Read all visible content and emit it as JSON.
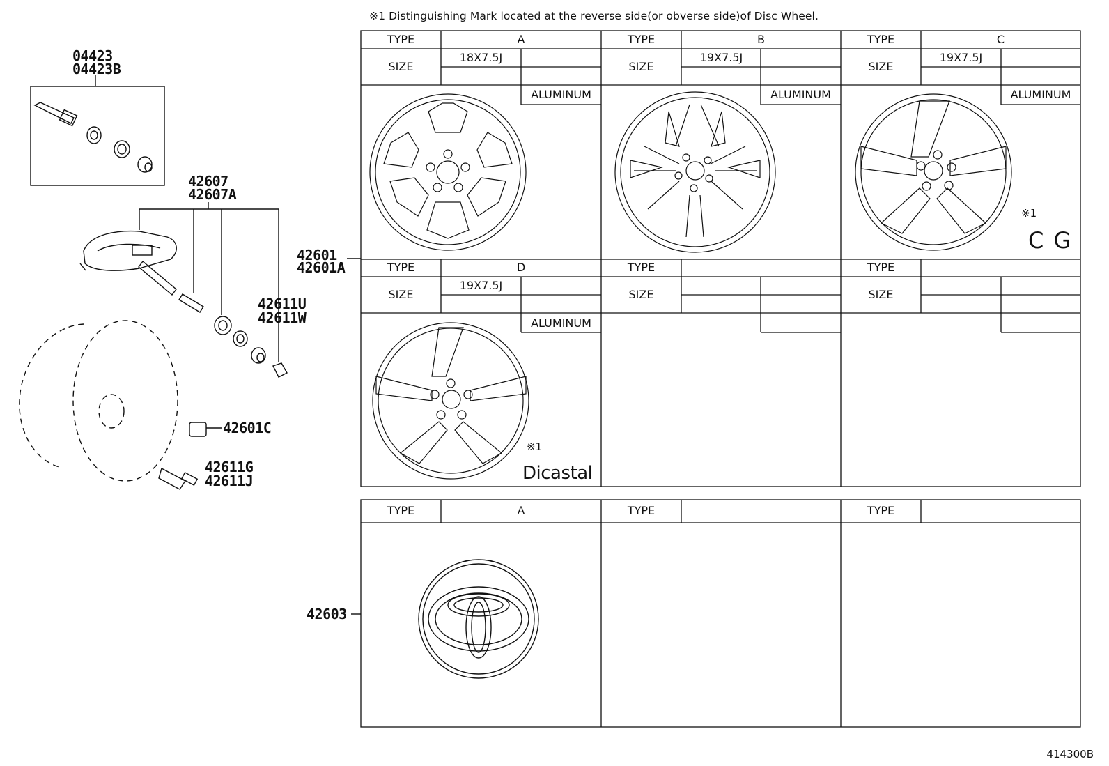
{
  "note": "※1 Distinguishing Mark located at the reverse side(or obverse side)of Disc Wheel.",
  "parts": {
    "p04423": "04423",
    "p04423b": "04423B",
    "p42607": "42607",
    "p42607a": "42607A",
    "p42611u": "42611U",
    "p42611w": "42611W",
    "p42601c": "42601C",
    "p42611g": "42611G",
    "p42611j": "42611J",
    "p42601": "42601",
    "p42601a": "42601A",
    "p42603": "42603"
  },
  "labels": {
    "type": "TYPE",
    "size": "SIZE",
    "aluminum": "ALUMINUM"
  },
  "wheels": [
    {
      "type": "A",
      "size": "18X7.5J",
      "material": "ALUMINUM"
    },
    {
      "type": "B",
      "size": "19X7.5J",
      "material": "ALUMINUM"
    },
    {
      "type": "C",
      "size": "19X7.5J",
      "material": "ALUMINUM",
      "mark_ref": "※1",
      "mark": "C G"
    },
    {
      "type": "D",
      "size": "19X7.5J",
      "material": "ALUMINUM",
      "mark_ref": "※1",
      "mark": "Dicastal"
    }
  ],
  "caps": [
    {
      "type": "A"
    }
  ],
  "diagram_code": "414300B"
}
